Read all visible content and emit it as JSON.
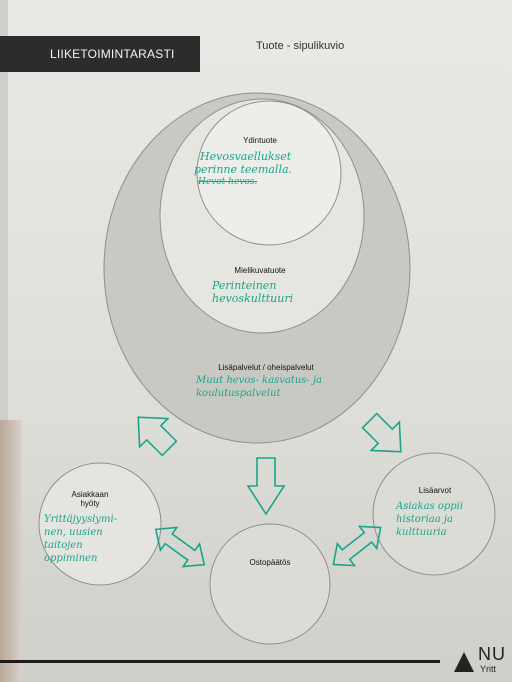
{
  "header": {
    "banner": "LIIKETOIMINTARASTI",
    "title": "Tuote - sipulikuvio"
  },
  "layers": {
    "core": {
      "label": "Ydintuote",
      "note_line1": "Hevosvaellukset",
      "note_line2": "perinne teemalla.",
      "struck": "Hevot hevos."
    },
    "image": {
      "label": "Mielikuvatuote",
      "note": "Perinteinen\nhevoskulttuuri"
    },
    "extra": {
      "label": "Lisäpalvelut / oheispalvelut",
      "note": "Muut hevos- kasvatus- ja\nkoulutuspalvelut"
    }
  },
  "circles": {
    "benefit": {
      "label": "Asiakkaan\nhyöty",
      "note": "Yrittäjyyslymi-\nnen, uusien\ntaitojen\noppiminen"
    },
    "decision": {
      "label": "Ostopäätös"
    },
    "values": {
      "label": "Lisäarvot",
      "note": "Asiakas oppii\nhistoriaa ja\nkulttuuria"
    }
  },
  "footer": {
    "logo_text": "NU",
    "logo_sub": "Yritt"
  },
  "colors": {
    "outer_fill": "#c9c9c4",
    "inner_fill": "#e9e9e4",
    "handwriting": "#1aa58a"
  }
}
